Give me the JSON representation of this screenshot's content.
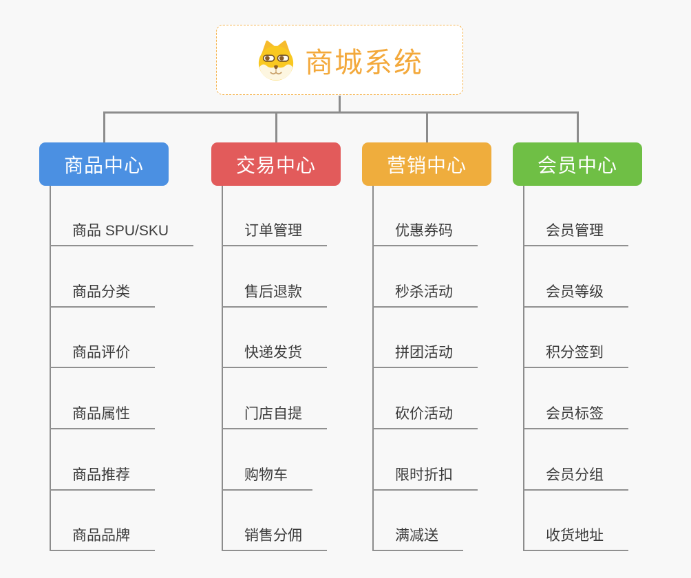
{
  "canvas_background": "#f8f8f8",
  "connector_color": "#8c8c8c",
  "root": {
    "title": "商城系统",
    "icon": "shiba-dog-icon",
    "accent_color": "#f3a93c",
    "border_color": "#f6b44e"
  },
  "branches": [
    {
      "id": "product-center",
      "label": "商品中心",
      "color": "#4b90e2",
      "children": [
        "商品 SPU/SKU",
        "商品分类",
        "商品评价",
        "商品属性",
        "商品推荐",
        "商品品牌"
      ]
    },
    {
      "id": "trade-center",
      "label": "交易中心",
      "color": "#e25b5b",
      "children": [
        "订单管理",
        "售后退款",
        "快递发货",
        "门店自提",
        "购物车",
        "销售分佣"
      ]
    },
    {
      "id": "marketing-center",
      "label": "营销中心",
      "color": "#efad3d",
      "children": [
        "优惠券码",
        "秒杀活动",
        "拼团活动",
        "砍价活动",
        "限时折扣",
        "满减送"
      ]
    },
    {
      "id": "member-center",
      "label": "会员中心",
      "color": "#6fbf45",
      "children": [
        "会员管理",
        "会员等级",
        "积分签到",
        "会员标签",
        "会员分组",
        "收货地址"
      ]
    }
  ]
}
